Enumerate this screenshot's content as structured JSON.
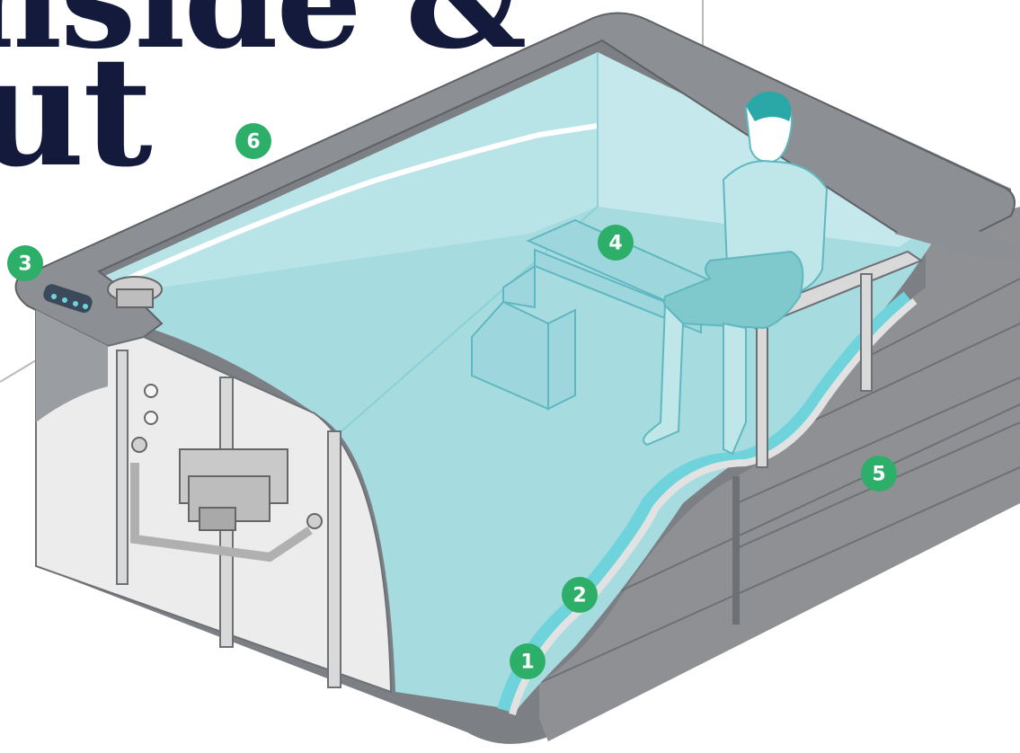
{
  "headline": {
    "line1": "nside &",
    "line2": "ut"
  },
  "colors": {
    "water": "#a6dbe0",
    "water_edge": "#7fcfd4",
    "rim": "#8c8f93",
    "rim_dark": "#5e6166",
    "panel": "#eeeeee",
    "wood": "#8e9094",
    "badge": "#2daf6a",
    "headline": "#141a3c"
  },
  "callouts": [
    {
      "id": "1",
      "label": "1"
    },
    {
      "id": "2",
      "label": "2"
    },
    {
      "id": "3",
      "label": "3"
    },
    {
      "id": "4",
      "label": "4"
    },
    {
      "id": "5",
      "label": "5"
    },
    {
      "id": "6",
      "label": "6"
    }
  ],
  "icons": [
    "control-panel-icon",
    "filter-cap-icon",
    "pump-unit-icon",
    "steps-icon",
    "person-icon"
  ]
}
